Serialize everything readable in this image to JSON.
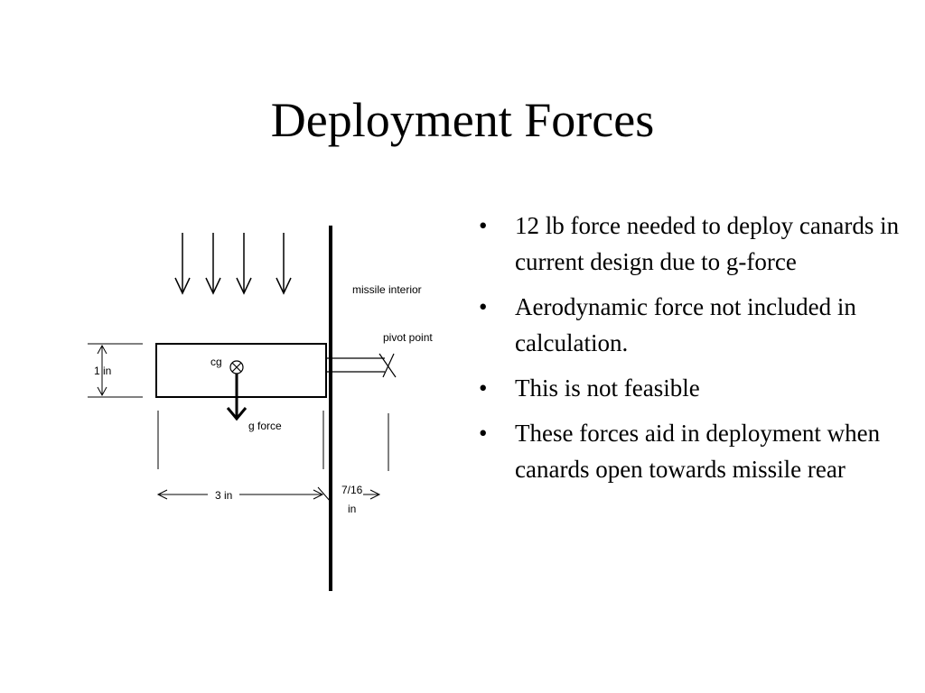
{
  "slide": {
    "title": "Deployment Forces"
  },
  "diagram": {
    "labels": {
      "missile_interior": "missile interior",
      "pivot_point": "pivot point",
      "cg": "cg",
      "g_force": "g force",
      "height": "1 in",
      "length": "3 in",
      "offset_top": "7/16",
      "offset_bottom": "in"
    }
  },
  "bullets": {
    "marker": "•",
    "items": [
      "12 lb force needed to deploy canards in current design due to g-force",
      "Aerodynamic force not included in calculation.",
      "This is not feasible",
      "These forces aid in deployment when canards open towards missile rear"
    ]
  }
}
